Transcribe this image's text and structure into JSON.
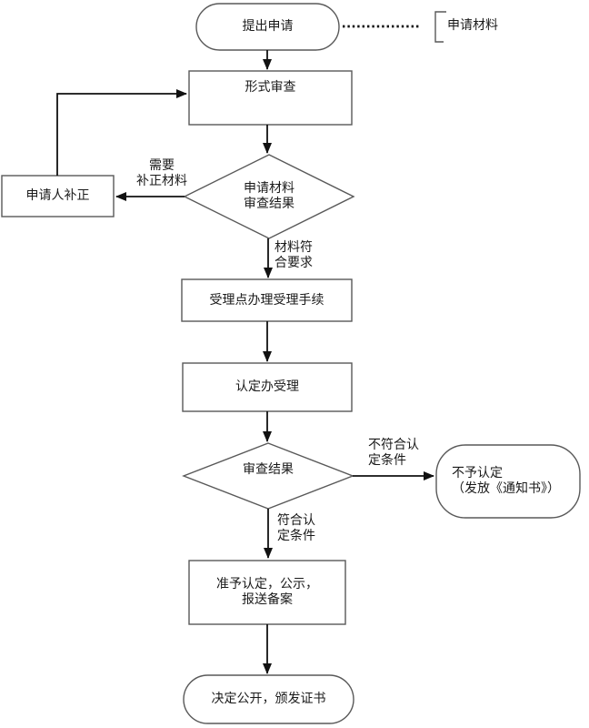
{
  "colors": {
    "background": "#ffffff",
    "shape_border": "#595959",
    "connector": "#111111",
    "text": "#1a1a1a"
  },
  "nodes": {
    "start": "提出申请",
    "application_materials": "申请材料",
    "formal_review": "形式审查",
    "material_review_result": "申请材料\n审查结果",
    "applicant_supplement": "申请人补正",
    "acceptance_point": "受理点办理受理手续",
    "accreditation_office_accept": "认定办受理",
    "review_result": "审查结果",
    "not_accredited": "不予认定\n（发放《通知书》）",
    "approve_publicize": "准予认定，公示，\n报送备案",
    "decision_issue": "决定公开，颁发证书"
  },
  "edge_labels": {
    "need_supplement": "需要\n补正材料",
    "materials_meet": "材料符\n合要求",
    "not_meet_conditions": "不符合认\n定条件",
    "meet_conditions": "符合认\n定条件"
  }
}
